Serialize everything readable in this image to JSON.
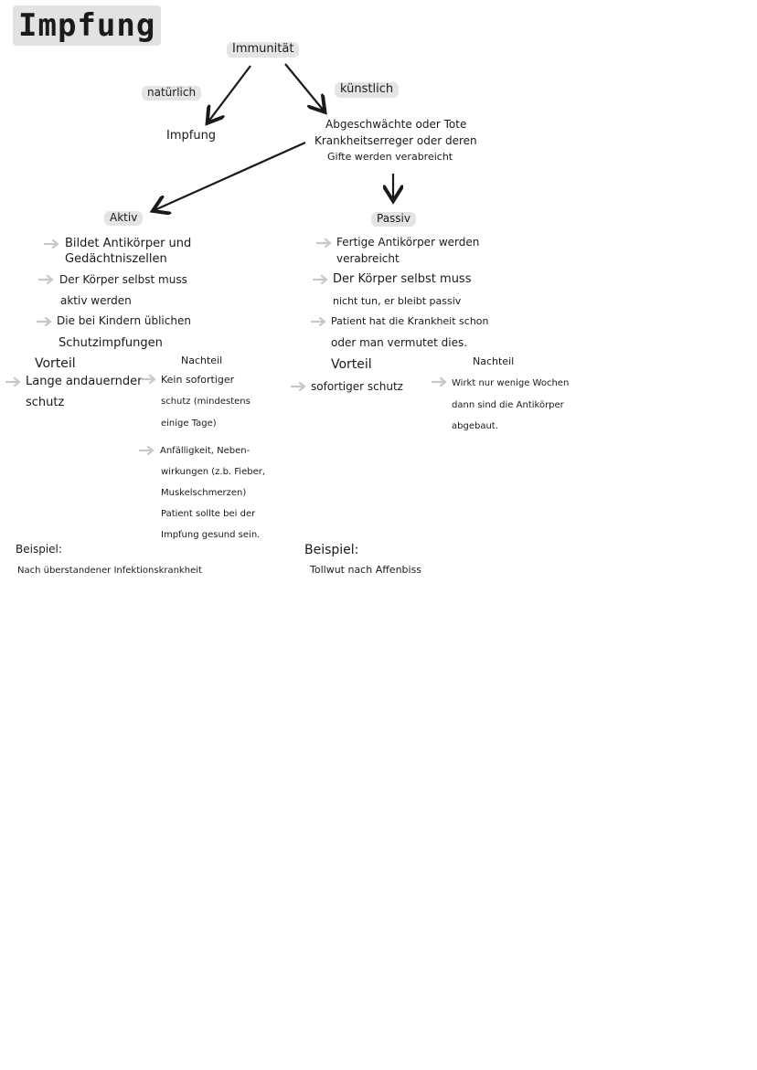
{
  "title": "Impfung",
  "root": "Immunität",
  "branch_natural": {
    "label": "natürlich",
    "item": "Impfung"
  },
  "branch_artificial": {
    "label": "künstlich",
    "desc": [
      "Abgeschwächte oder Tote",
      "Krankheitserreger oder deren",
      "Gifte werden verabreicht"
    ]
  },
  "aktiv": {
    "heading": "Aktiv",
    "points": [
      [
        "Bildet Antikörper und",
        "Gedächtniszellen"
      ],
      [
        "Der Körper selbst muss",
        "aktiv werden"
      ],
      [
        "Die bei Kindern üblichen",
        "Schutzimpfungen"
      ]
    ],
    "vorteil_label": "Vorteil",
    "vorteil": [
      "Lange andauernder",
      "schutz"
    ],
    "nachteil_label": "Nachteil",
    "nachteil": [
      [
        "Kein sofortiger",
        "schutz (mindestens",
        "einige Tage)"
      ],
      [
        "Anfälligkeit, Neben-",
        "wirkungen (z.b. Fieber,",
        "Muskelschmerzen)",
        "Patient sollte bei der",
        "Impfung gesund sein."
      ]
    ],
    "beispiel_label": "Beispiel:",
    "beispiel": "Nach überstandener Infektionskrankheit"
  },
  "passiv": {
    "heading": "Passiv",
    "points": [
      [
        "Fertige Antikörper werden",
        "verabreicht"
      ],
      [
        "Der Körper selbst muss",
        "nicht tun, er bleibt passiv"
      ],
      [
        "Patient hat die Krankheit schon",
        "oder man vermutet dies."
      ]
    ],
    "vorteil_label": "Vorteil",
    "vorteil": "sofortiger schutz",
    "nachteil_label": "Nachteil",
    "nachteil": [
      "Wirkt nur wenige Wochen",
      "dann sind die Antikörper",
      "abgebaut."
    ],
    "beispiel_label": "Beispiel:",
    "beispiel": "Tollwut nach Affenbiss"
  },
  "colors": {
    "highlight": "#e4e4e4",
    "ink": "#1a1a1a",
    "arrow_gray": "#c8c8c8"
  }
}
